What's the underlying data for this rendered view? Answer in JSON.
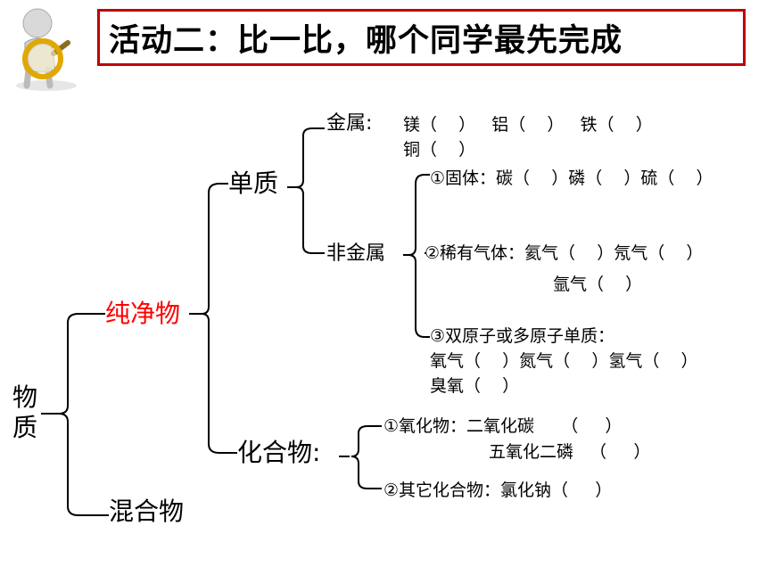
{
  "title": "活动二：比一比，哪个同学最先完成",
  "colors": {
    "title_border": "#c00000",
    "highlight": "#ff0000"
  },
  "mascot": "figure-with-magnifying-glass-icon",
  "tree": {
    "root": [
      "物",
      "质"
    ],
    "pure": "纯净物",
    "mixture": "混合物",
    "element": "单质",
    "compound": "化合物:",
    "metal": "金属:",
    "metal_items_1": "镁（    ）   铝（    ）   铁（    ）",
    "metal_items_2": "铜（    ）",
    "nonmetal": "非金属",
    "solid": "①固体：碳（    ）磷（    ）硫（    ）",
    "noble_1": "②稀有气体：氦气（    ）氖气（    ）",
    "noble_2": "氩气（    ）",
    "diatomic_title": "③双原子或多原子单质：",
    "diatomic_1": "氧气（    ）氮气（    ）氢气（    ）",
    "diatomic_2": "臭氧（    ）",
    "oxide_1": "①氧化物：二氧化碳     （     ）",
    "oxide_2": "五氧化二磷   （     ）",
    "other": "②其它化合物：氯化钠（     ）"
  }
}
